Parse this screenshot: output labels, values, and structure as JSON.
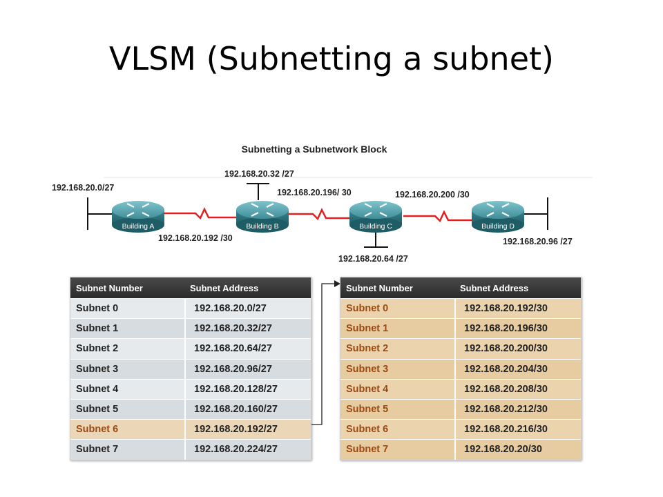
{
  "slide": {
    "title": "VLSM (Subnetting a subnet)"
  },
  "diagram": {
    "title": "Subnetting a Subnetwork Block",
    "routers": [
      {
        "id": "a",
        "label": "Building A"
      },
      {
        "id": "b",
        "label": "Building B"
      },
      {
        "id": "c",
        "label": "Building C"
      },
      {
        "id": "d",
        "label": "Building D"
      }
    ],
    "labels": {
      "lan_a": "192.168.20.0/27",
      "lan_b": "192.168.20.32 /27",
      "wan_bc": "192.168.20.196/ 30",
      "wan_cd": "192.168.20.200 /30",
      "wan_ab": "192.168.20.192 /30",
      "lan_c": "192.168.20.64 /27",
      "lan_d": "192.168.20.96 /27"
    },
    "colors": {
      "wan_link": "#e02020",
      "router_body": "#3d8a94"
    }
  },
  "left_table": {
    "headers": [
      "Subnet Number",
      "Subnet Address"
    ],
    "rows": [
      [
        "Subnet 0",
        "192.168.20.0/27"
      ],
      [
        "Subnet 1",
        "192.168.20.32/27"
      ],
      [
        "Subnet 2",
        "192.168.20.64/27"
      ],
      [
        "Subnet 3",
        "192.168.20.96/27"
      ],
      [
        "Subnet 4",
        "192.168.20.128/27"
      ],
      [
        "Subnet 5",
        "192.168.20.160/27"
      ],
      [
        "Subnet 6",
        "192.168.20.192/27"
      ],
      [
        "Subnet 7",
        "192.168.20.224/27"
      ]
    ],
    "highlighted_row": 6
  },
  "right_table": {
    "headers": [
      "Subnet Number",
      "Subnet Address"
    ],
    "rows": [
      [
        "Subnet 0",
        "192.168.20.192/30"
      ],
      [
        "Subnet 1",
        "192.168.20.196/30"
      ],
      [
        "Subnet 2",
        "192.168.20.200/30"
      ],
      [
        "Subnet 3",
        "192.168.20.204/30"
      ],
      [
        "Subnet 4",
        "192.168.20.208/30"
      ],
      [
        "Subnet 5",
        "192.168.20.212/30"
      ],
      [
        "Subnet 6",
        "192.168.20.216/30"
      ],
      [
        "Subnet 7",
        "192.168.20.20/30"
      ]
    ]
  }
}
